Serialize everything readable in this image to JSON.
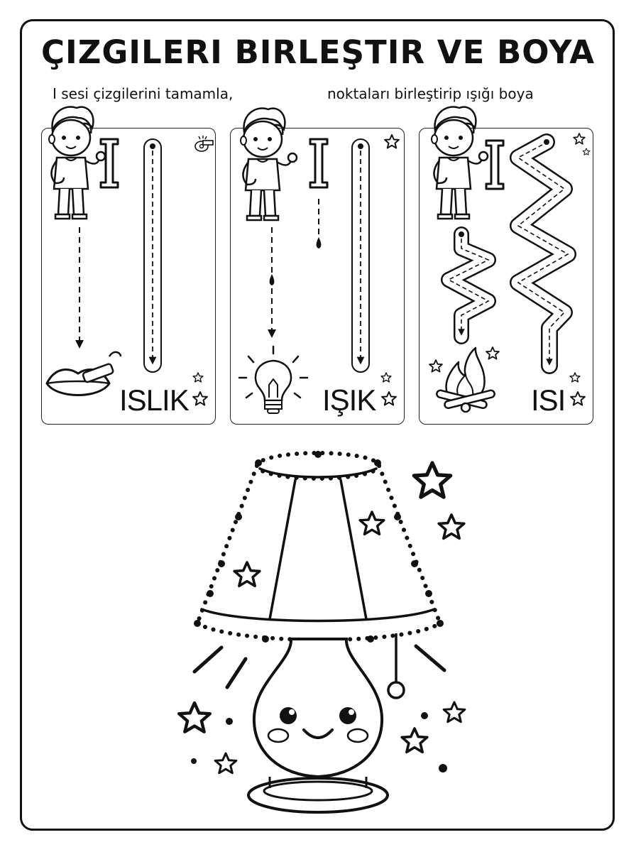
{
  "worksheet": {
    "title": "ÇIZGILERI BIRLEŞTIR VE BOYA",
    "instruction_left": "I sesi çizgilerini tamamla,",
    "instruction_right": "noktaları birleştirip ışığı boya"
  },
  "cards": [
    {
      "word": "ISLIK",
      "letter": "I",
      "picture": "lips-whistle",
      "corner_icon": "whistle-icon"
    },
    {
      "word": "IŞIK",
      "letter": "I",
      "picture": "light-bulb",
      "corner_icon": "star-icon"
    },
    {
      "word": "ISI",
      "letter": "I",
      "picture": "campfire",
      "corner_icon": "star-icon"
    }
  ],
  "colors": {
    "ink": "#111111",
    "paper": "#ffffff"
  }
}
